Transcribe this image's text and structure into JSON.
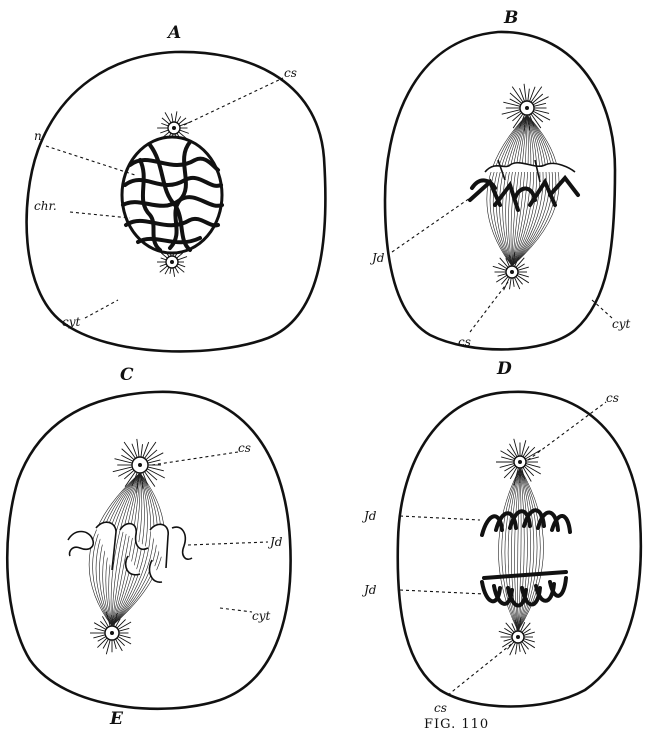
{
  "figure": {
    "caption": "FIG. 110",
    "panels": [
      {
        "id": "A",
        "letter": "A",
        "labels": {
          "cs": "cs",
          "n": "n",
          "chr": "chr.",
          "cyt": "cyt"
        }
      },
      {
        "id": "B",
        "letter": "B",
        "labels": {
          "jd": "Jd",
          "cs": "cs",
          "cyt": "cyt"
        }
      },
      {
        "id": "C",
        "letter": "C",
        "labels": {
          "cs": "cs",
          "jd": "Jd",
          "cyt": "cyt"
        }
      },
      {
        "id": "D",
        "letter": "D",
        "labels": {
          "cs": "cs",
          "jd_top": "Jd",
          "jd_bottom": "Jd",
          "cs_bottom": "cs"
        }
      },
      {
        "id": "E",
        "letter": "E"
      }
    ]
  }
}
